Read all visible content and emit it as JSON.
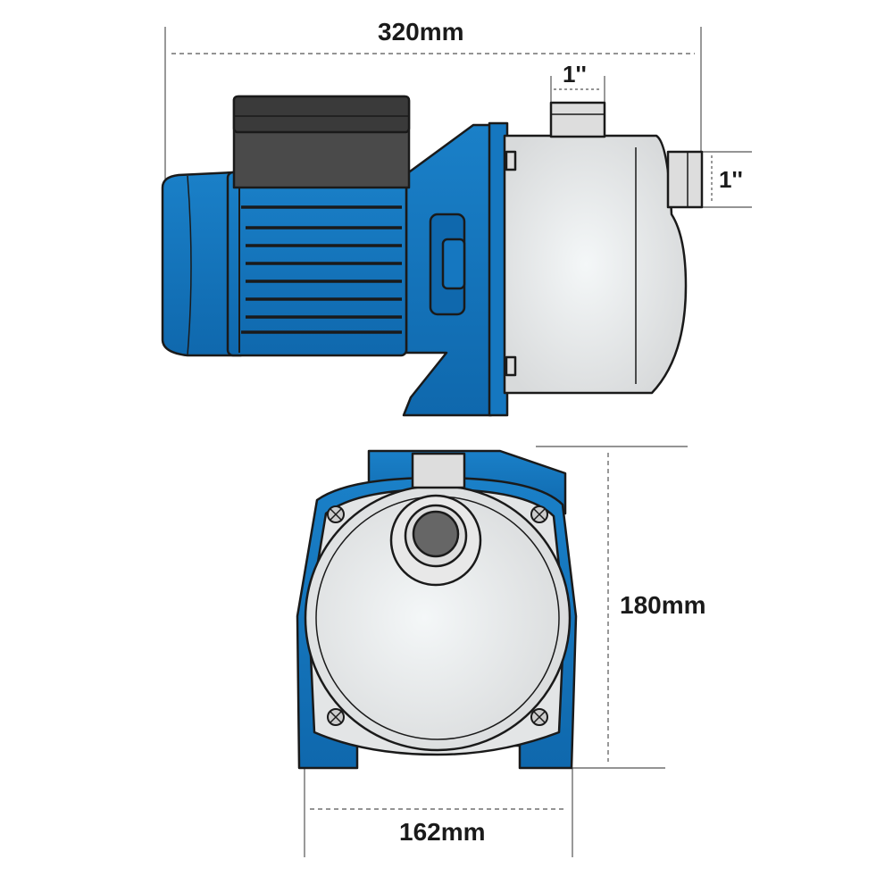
{
  "dimensions": {
    "length": "320mm",
    "top_outlet": "1''",
    "side_inlet": "1''",
    "height": "180mm",
    "base_width": "162mm"
  },
  "colors": {
    "body_blue": "#1577c0",
    "housing_gray": "#e3e5e6",
    "terminal_box": "#4a4a4a",
    "outline": "#1a1a1a"
  }
}
